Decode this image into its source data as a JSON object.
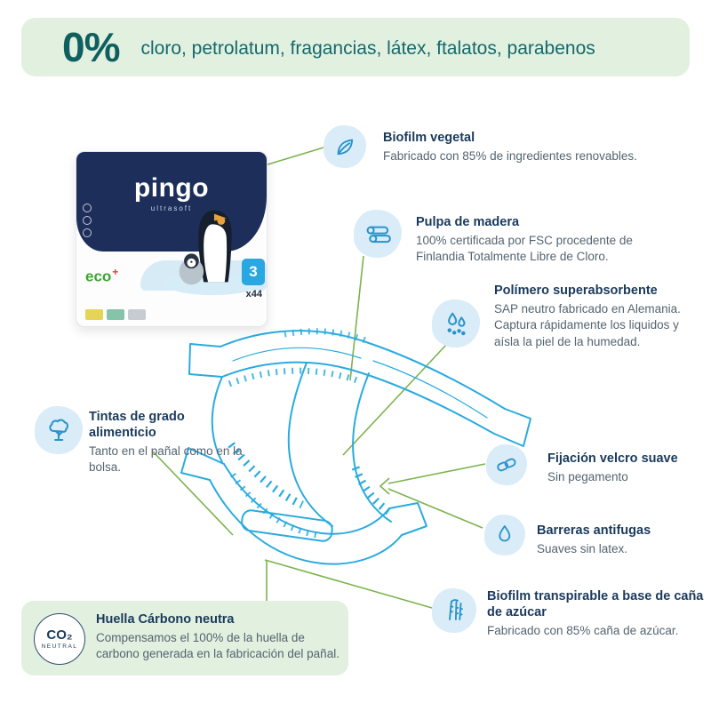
{
  "banner": {
    "percent": "0%",
    "claims": "cloro, petrolatum, fragancias, látex, ftalatos, parabenos"
  },
  "package": {
    "brand": "pingo",
    "variant": "ultrasoft",
    "eco_label": "eco",
    "eco_plus": "+",
    "size": "3",
    "count": "x44"
  },
  "callouts": {
    "biofilm_vegetal": {
      "icon": "leaf-icon",
      "title": "Biofilm vegetal",
      "body": "Fabricado con 85% de ingredientes renovables."
    },
    "pulpa_madera": {
      "icon": "wood-logs-icon",
      "title": "Pulpa de madera",
      "body": "100% certificada por FSC procedente de Finlandia Totalmente Libre de Cloro."
    },
    "polimero": {
      "icon": "sap-droplets-icon",
      "title": "Polímero superabsorbente",
      "body": "SAP neutro fabricado en Alemania. Captura rápidamente los liquidos y aísla la piel de la humedad."
    },
    "tintas": {
      "icon": "tree-icon",
      "title": "Tintas de grado alimenticio",
      "body": "Tanto en el pañal como en la bolsa."
    },
    "velcro": {
      "icon": "velcro-links-icon",
      "title": "Fijación velcro suave",
      "body": "Sin pegamento"
    },
    "barreras": {
      "icon": "water-drop-icon",
      "title": "Barreras antifugas",
      "body": "Suaves sin latex."
    },
    "biofilm_transpirable": {
      "icon": "sugarcane-icon",
      "title": "Biofilm transpirable a base de caña de azúcar",
      "body": "Fabricado con 85% caña de azúcar."
    },
    "huella_carbono": {
      "icon": "co2-neutral-icon",
      "title": "Huella Cárbono neutra",
      "body": "Compensamos el 100% de la huella de carbono generada en la fabricación del pañal."
    }
  },
  "co2_badge": {
    "gas": "CO₂",
    "label": "NEUTRAL"
  },
  "colors": {
    "banner_bg": "#e2f0df",
    "teal_text": "#15696b",
    "connector_green": "#7cb34f",
    "diaper_outline": "#2aabdf",
    "icon_blue": "#2a93cc",
    "icon_badge_bg": "#d9ecf8",
    "title_navy": "#1a3a5c",
    "body_text": "#546470",
    "package_navy": "#1d2e5a"
  }
}
